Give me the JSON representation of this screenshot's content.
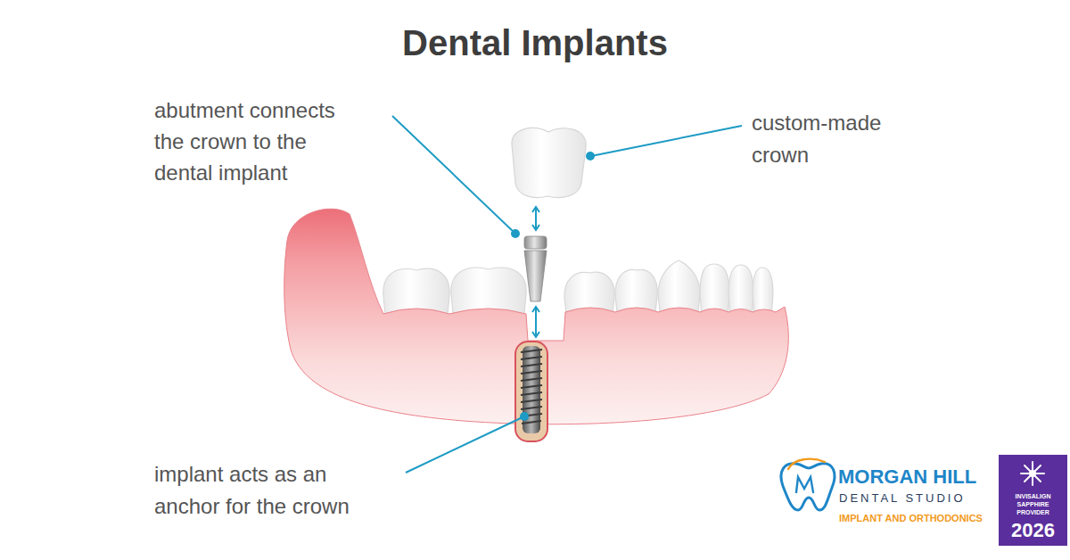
{
  "diagram": {
    "title": "Dental Implants",
    "labels": [
      "abutment connects the crown to the dental implant",
      "custom-made crown",
      "implant acts as an anchor for the crown",
      "MORGAN HILL",
      "DENTAL STUDIO",
      "IMPLANT AND ORTHODONICS",
      "INVISALIGN",
      "SAPPHIRE",
      "PROVIDER",
      "2026"
    ]
  }
}
